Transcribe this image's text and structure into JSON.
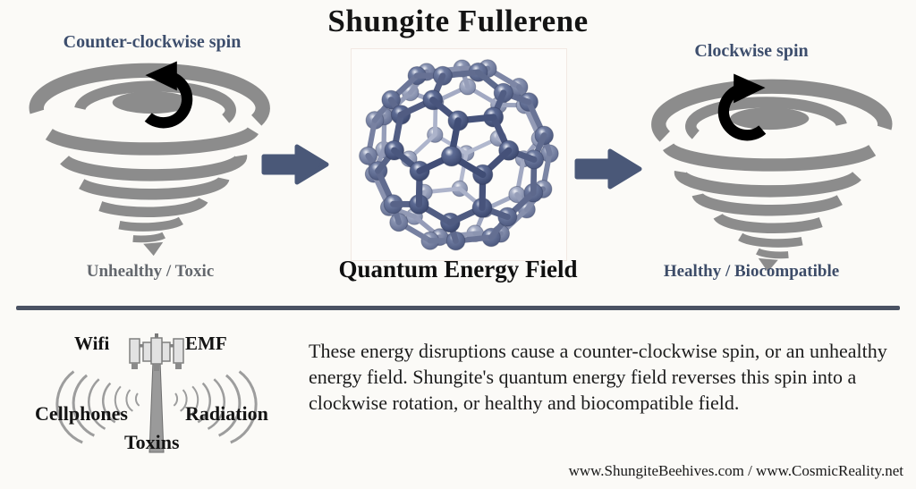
{
  "title": "Shungite Fullerene",
  "left_panel": {
    "spin_label": "Counter-clockwise spin",
    "status_label": "Unhealthy / Toxic"
  },
  "center_panel": {
    "caption": "Quantum Energy Field"
  },
  "right_panel": {
    "spin_label": "Clockwise spin",
    "status_label": "Healthy / Biocompatible"
  },
  "tower": {
    "label_top_left": "Wifi",
    "label_top_right": "EMF",
    "label_bottom_left": "Cellphones",
    "label_bottom_right": "Radiation",
    "label_bottom_center": "Toxins"
  },
  "description": "These energy disruptions cause a counter-clockwise spin, or an unhealthy energy field.  Shungite's quantum energy field reverses this spin into a clockwise rotation, or healthy and biocompatible field.",
  "footer": {
    "websites": "www.ShungiteBeehives.com / www.CosmicReality.net"
  },
  "icons": {
    "left_rotation": "counter-clockwise-arrow-icon",
    "right_rotation": "clockwise-arrow-icon",
    "flow": "right-block-arrow-icon",
    "left_vortex": "tornado-icon",
    "right_vortex": "tornado-icon",
    "molecule": "fullerene-molecule",
    "tower": "cell-tower-icon"
  },
  "colors": {
    "background": "#fbfaf7",
    "accent_arrow": "#4a5878",
    "tornado_gray": "#8c8c8c",
    "spin_label": "#3d4e6d",
    "status_unhealthy": "#63676d",
    "status_healthy": "#3d4c68",
    "divider": "#4a5263",
    "text_black": "#1a1a1a",
    "molecule_front": "#46537a",
    "molecule_back": "#aab1c8"
  }
}
